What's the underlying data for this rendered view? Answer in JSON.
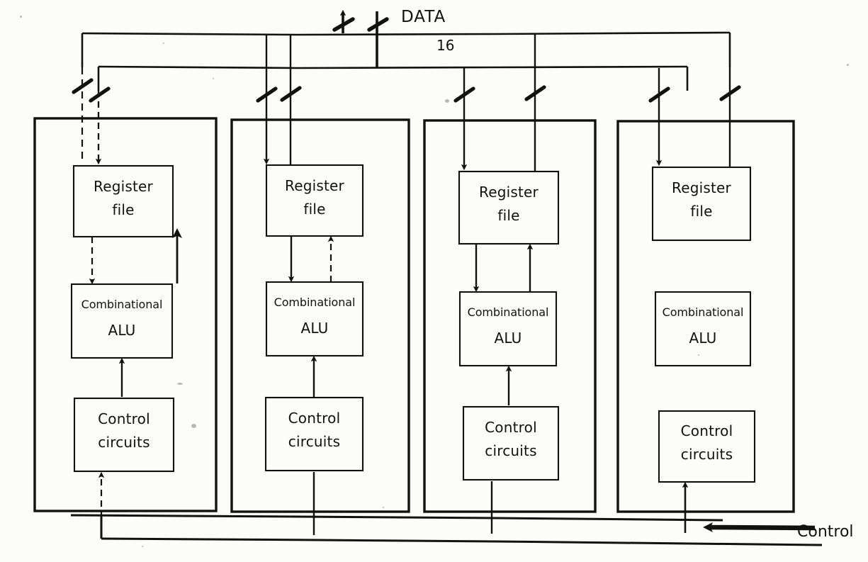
{
  "diagram": {
    "title_label": "DATA",
    "bus_width_label": "16",
    "control_label": "Control",
    "panel_count": 4,
    "colors": {
      "ink": "#111111",
      "paper": "#fcfcfa"
    },
    "blocks": {
      "register_file": "Register\nfile",
      "register_file_line1": "Register",
      "register_file_line2": "file",
      "alu_line1": "Combinational",
      "alu_line2": "ALU",
      "control_line1": "Control",
      "control_line2": "circuits"
    },
    "panels": [
      {
        "id": "panel-1",
        "register_file_line1": "Register",
        "register_file_line2": "file",
        "alu_line1": "Combinational",
        "alu_line2": "ALU",
        "control_line1": "Control",
        "control_line2": "circuits"
      },
      {
        "id": "panel-2",
        "register_file_line1": "Register",
        "register_file_line2": "file",
        "alu_line1": "Combinational",
        "alu_line2": "ALU",
        "control_line1": "Control",
        "control_line2": "circuits"
      },
      {
        "id": "panel-3",
        "register_file_line1": "Register",
        "register_file_line2": "file",
        "alu_line1": "Combinational",
        "alu_line2": "ALU",
        "control_line1": "Control",
        "control_line2": "circuits"
      },
      {
        "id": "panel-4",
        "register_file_line1": "Register",
        "register_file_line2": "file",
        "alu_line1": "Combinational",
        "alu_line2": "ALU",
        "control_line1": "Control",
        "control_line2": "circuits"
      }
    ],
    "buses": [
      {
        "name": "data-bus-upper",
        "width_marks": 2
      },
      {
        "name": "data-bus-lower",
        "width_marks": 6
      },
      {
        "name": "control-bus-bottom",
        "width_marks": 0
      }
    ]
  }
}
